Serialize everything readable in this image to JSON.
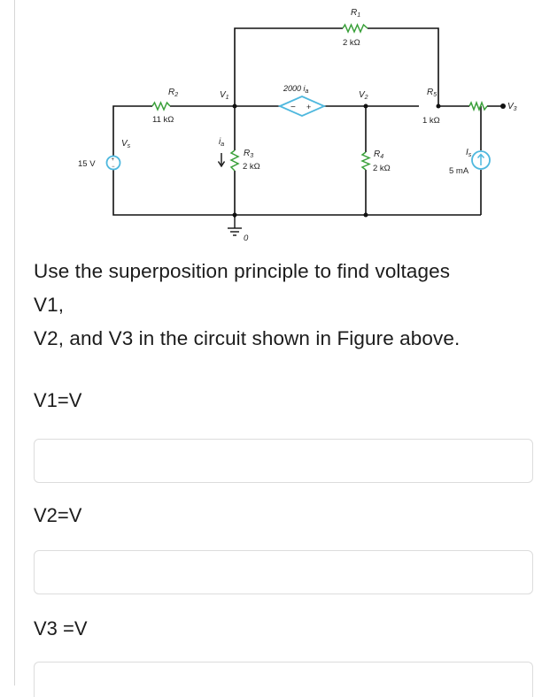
{
  "circuit": {
    "R1_label": "R",
    "R1_sub": "1",
    "R1_value": "2 kΩ",
    "R2_label": "R",
    "R2_sub": "2",
    "R2_value": "11 kΩ",
    "R3_label": "R",
    "R3_sub": "3",
    "R3_value": "2 kΩ",
    "R4_label": "R",
    "R4_sub": "4",
    "R4_value": "2 kΩ",
    "R5_label": "R",
    "R5_sub": "5",
    "R5_value": "1 kΩ",
    "V1_label": "V",
    "V1_sub": "1",
    "V2_label": "V",
    "V2_sub": "2",
    "V3_label": "V",
    "V3_sub": "3",
    "Vs_label": "V",
    "Vs_sub": "s",
    "vsource_value": "15 V",
    "dep_source_label": "2000 i",
    "dep_source_sub": "a",
    "ia_label": "i",
    "ia_sub": "a",
    "Is_label": "I",
    "Is_sub": "s",
    "isource_value": "5 mA",
    "ground_label": "0"
  },
  "question": {
    "line1": "Use the superposition principle to find voltages",
    "line2": "V1,",
    "line3": "V2, and V3 in the circuit shown in Figure above."
  },
  "answers": {
    "v1_label": "V1=V",
    "v2_label": "V2=V",
    "v3_label": "V3 =V",
    "v1_value": "",
    "v2_value": "",
    "v3_value": ""
  }
}
